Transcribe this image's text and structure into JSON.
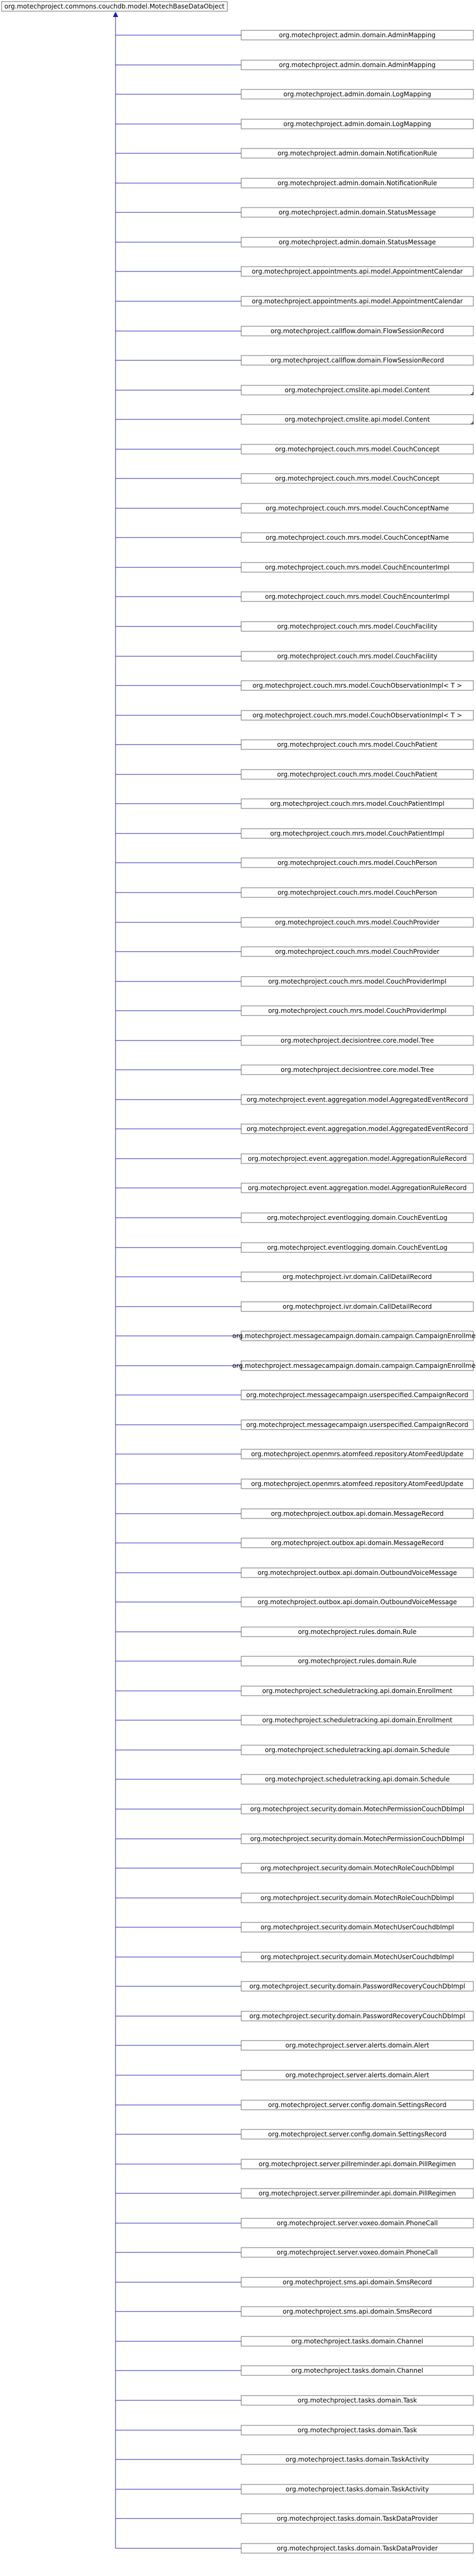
{
  "diagram": {
    "root": "org.motechproject.commons.couchdb.model.MotechBaseDataObject",
    "children": [
      "org.motechproject.admin.domain.AdminMapping",
      "org.motechproject.admin.domain.AdminMapping",
      "org.motechproject.admin.domain.LogMapping",
      "org.motechproject.admin.domain.LogMapping",
      "org.motechproject.admin.domain.NotificationRule",
      "org.motechproject.admin.domain.NotificationRule",
      "org.motechproject.admin.domain.StatusMessage",
      "org.motechproject.admin.domain.StatusMessage",
      "org.motechproject.appointments.api.model.AppointmentCalendar",
      "org.motechproject.appointments.api.model.AppointmentCalendar",
      "org.motechproject.callflow.domain.FlowSessionRecord",
      "org.motechproject.callflow.domain.FlowSessionRecord",
      "org.motechproject.cmslite.api.model.Content",
      "org.motechproject.cmslite.api.model.Content",
      "org.motechproject.couch.mrs.model.CouchConcept",
      "org.motechproject.couch.mrs.model.CouchConcept",
      "org.motechproject.couch.mrs.model.CouchConceptName",
      "org.motechproject.couch.mrs.model.CouchConceptName",
      "org.motechproject.couch.mrs.model.CouchEncounterImpl",
      "org.motechproject.couch.mrs.model.CouchEncounterImpl",
      "org.motechproject.couch.mrs.model.CouchFacility",
      "org.motechproject.couch.mrs.model.CouchFacility",
      "org.motechproject.couch.mrs.model.CouchObservationImpl< T >",
      "org.motechproject.couch.mrs.model.CouchObservationImpl< T >",
      "org.motechproject.couch.mrs.model.CouchPatient",
      "org.motechproject.couch.mrs.model.CouchPatient",
      "org.motechproject.couch.mrs.model.CouchPatientImpl",
      "org.motechproject.couch.mrs.model.CouchPatientImpl",
      "org.motechproject.couch.mrs.model.CouchPerson",
      "org.motechproject.couch.mrs.model.CouchPerson",
      "org.motechproject.couch.mrs.model.CouchProvider",
      "org.motechproject.couch.mrs.model.CouchProvider",
      "org.motechproject.couch.mrs.model.CouchProviderImpl",
      "org.motechproject.couch.mrs.model.CouchProviderImpl",
      "org.motechproject.decisiontree.core.model.Tree",
      "org.motechproject.decisiontree.core.model.Tree",
      "org.motechproject.event.aggregation.model.AggregatedEventRecord",
      "org.motechproject.event.aggregation.model.AggregatedEventRecord",
      "org.motechproject.event.aggregation.model.AggregationRuleRecord",
      "org.motechproject.event.aggregation.model.AggregationRuleRecord",
      "org.motechproject.eventlogging.domain.CouchEventLog",
      "org.motechproject.eventlogging.domain.CouchEventLog",
      "org.motechproject.ivr.domain.CallDetailRecord",
      "org.motechproject.ivr.domain.CallDetailRecord",
      "org.motechproject.messagecampaign.domain.campaign.CampaignEnrollment",
      "org.motechproject.messagecampaign.domain.campaign.CampaignEnrollment",
      "org.motechproject.messagecampaign.userspecified.CampaignRecord",
      "org.motechproject.messagecampaign.userspecified.CampaignRecord",
      "org.motechproject.openmrs.atomfeed.repository.AtomFeedUpdate",
      "org.motechproject.openmrs.atomfeed.repository.AtomFeedUpdate",
      "org.motechproject.outbox.api.domain.MessageRecord",
      "org.motechproject.outbox.api.domain.MessageRecord",
      "org.motechproject.outbox.api.domain.OutboundVoiceMessage",
      "org.motechproject.outbox.api.domain.OutboundVoiceMessage",
      "org.motechproject.rules.domain.Rule",
      "org.motechproject.rules.domain.Rule",
      "org.motechproject.scheduletracking.api.domain.Enrollment",
      "org.motechproject.scheduletracking.api.domain.Enrollment",
      "org.motechproject.scheduletracking.api.domain.Schedule",
      "org.motechproject.scheduletracking.api.domain.Schedule",
      "org.motechproject.security.domain.MotechPermissionCouchDbImpl",
      "org.motechproject.security.domain.MotechPermissionCouchDbImpl",
      "org.motechproject.security.domain.MotechRoleCouchDbImpl",
      "org.motechproject.security.domain.MotechRoleCouchDbImpl",
      "org.motechproject.security.domain.MotechUserCouchdbImpl",
      "org.motechproject.security.domain.MotechUserCouchdbImpl",
      "org.motechproject.security.domain.PasswordRecoveryCouchDbImpl",
      "org.motechproject.security.domain.PasswordRecoveryCouchDbImpl",
      "org.motechproject.server.alerts.domain.Alert",
      "org.motechproject.server.alerts.domain.Alert",
      "org.motechproject.server.config.domain.SettingsRecord",
      "org.motechproject.server.config.domain.SettingsRecord",
      "org.motechproject.server.pillreminder.api.domain.PillRegimen",
      "org.motechproject.server.pillreminder.api.domain.PillRegimen",
      "org.motechproject.server.voxeo.domain.PhoneCall",
      "org.motechproject.server.voxeo.domain.PhoneCall",
      "org.motechproject.sms.api.domain.SmsRecord",
      "org.motechproject.sms.api.domain.SmsRecord",
      "org.motechproject.tasks.domain.Channel",
      "org.motechproject.tasks.domain.Channel",
      "org.motechproject.tasks.domain.Task",
      "org.motechproject.tasks.domain.Task",
      "org.motechproject.tasks.domain.TaskActivity",
      "org.motechproject.tasks.domain.TaskActivity",
      "org.motechproject.tasks.domain.TaskDataProvider",
      "org.motechproject.tasks.domain.TaskDataProvider"
    ],
    "corner_marked_children": [
      12,
      13
    ],
    "colors": {
      "edge": "#1a1ab4",
      "node_border": "#666666",
      "node_fill": "#ffffff",
      "text": "#000000"
    }
  }
}
